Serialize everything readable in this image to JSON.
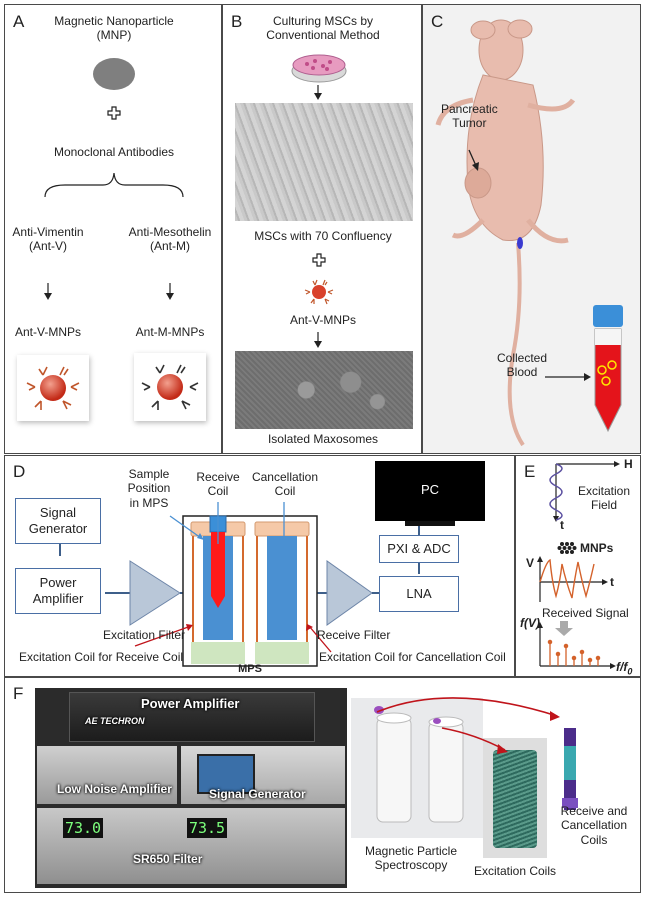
{
  "panels": {
    "a": {
      "label": "A",
      "title": "Magnetic Nanoparticle\n(MNP)",
      "plus": "+",
      "antibodies": "Monoclonal Antibodies",
      "left_antibody": "Anti-Vimentin\n(Ant-V)",
      "right_antibody": "Anti-Mesothelin\n(Ant-M)",
      "left_product": "Ant-V-MNPs",
      "right_product": "Ant-M-MNPs",
      "colors": {
        "mnp": "#7f7f7f",
        "particle": "#d9412b",
        "antibody_v": "#c0562b",
        "antibody_m": "#333333"
      }
    },
    "b": {
      "label": "B",
      "title": "Culturing MSCs by\nConventional Method",
      "confluency": "MSCs with 70 Confluency",
      "product": "Ant-V-MNPs",
      "result": "Isolated Maxosomes"
    },
    "c": {
      "label": "C",
      "tumor": "Pancreatic\nTumor",
      "blood": "Collected\nBlood",
      "colors": {
        "blood": "#e4141b",
        "cap": "#3b8fd8"
      }
    },
    "d": {
      "label": "D",
      "signal_generator": "Signal\nGenerator",
      "power_amplifier": "Power\nAmplifier",
      "sample_position": "Sample\nPosition\nin MPS",
      "receive_coil": "Receive\nCoil",
      "cancellation_coil": "Cancellation\nCoil",
      "pc": "PC",
      "pxi_adc": "PXI & ADC",
      "lna": "LNA",
      "excitation_filter": "Excitation Filter",
      "receive_filter": "Receive Filter",
      "excitation_coil_receive": "Excitation Coil for Receive Coil",
      "excitation_coil_cancel": "Excitation Coil for Cancellation Coil",
      "mps": "MPS",
      "colors": {
        "box_border": "#4a6fa5",
        "amp": "#b9c7d8",
        "coil": "#4a90d2",
        "sample": "#ff1a1a",
        "base": "#cfe6c0",
        "cap": "#f5c9a8",
        "wire": "#d46a2e"
      }
    },
    "e": {
      "label": "E",
      "h_axis": "H",
      "t_axis": "t",
      "excitation_field": "Excitation\nField",
      "mnps": "MNPs",
      "v_axis": "V",
      "t_axis2": "t",
      "received_signal": "Received Signal",
      "fv": "f(V)",
      "ffo": "f/f",
      "ffo_sub": "0",
      "colors": {
        "wave": "#5a4fa0",
        "signal": "#d4622b",
        "spectrum": "#d4622b"
      }
    },
    "f": {
      "label": "F",
      "power_amplifier": "Power Amplifier",
      "low_noise_amplifier": "Low Noise Amplifier",
      "signal_generator": "Signal Generator",
      "filter": "SR650 Filter",
      "display_left": "73.0",
      "display_right": "73.5",
      "brand": "AE TECHRON",
      "mps": "Magnetic Particle\nSpectroscopy",
      "excitation_coils": "Excitation Coils",
      "receive_cancel": "Receive and\nCancellation\nCoils",
      "colors": {
        "arrow": "#c0141b",
        "display": "#7cff7c"
      }
    }
  }
}
